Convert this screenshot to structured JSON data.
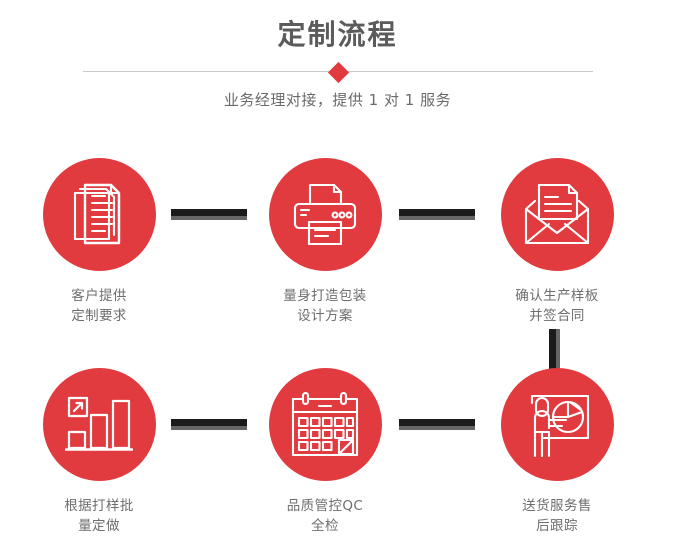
{
  "header": {
    "title": "定制流程",
    "subtitle": "业务经理对接，提供 1 对 1 服务",
    "divider_icon": "diamond",
    "accent_color": "#e23b3f",
    "title_color": "#5b5b5b",
    "subtitle_color": "#6a6a6a",
    "divider_color": "#c9c9c9"
  },
  "flow": {
    "connector_dark_color": "#1b1b1b",
    "connector_shadow_color": "#666666",
    "circle_color": "#e23b3f",
    "label_color": "#6e6e6e",
    "steps": [
      {
        "index": 1,
        "icon": "documents-stack-icon",
        "label": "客户提供\n定制要求"
      },
      {
        "index": 2,
        "icon": "printer-icon",
        "label": "量身打造包装\n设计方案"
      },
      {
        "index": 3,
        "icon": "envelope-letter-icon",
        "label": "确认生产样板\n并签合同"
      },
      {
        "index": 4,
        "icon": "bar-chart-growth-icon",
        "label": "根据打样批\n量定做"
      },
      {
        "index": 5,
        "icon": "calendar-check-icon",
        "label": "品质管控QC\n全检"
      },
      {
        "index": 6,
        "icon": "presenter-piechart-icon",
        "label": "送货服务售\n后跟踪"
      }
    ],
    "connectors": [
      {
        "name": "connector-step1-step2",
        "orientation": "horizontal"
      },
      {
        "name": "connector-step2-step3",
        "orientation": "horizontal"
      },
      {
        "name": "connector-step3-step6",
        "orientation": "vertical"
      },
      {
        "name": "connector-step4-step5",
        "orientation": "horizontal"
      },
      {
        "name": "connector-step5-step6",
        "orientation": "horizontal"
      }
    ]
  }
}
